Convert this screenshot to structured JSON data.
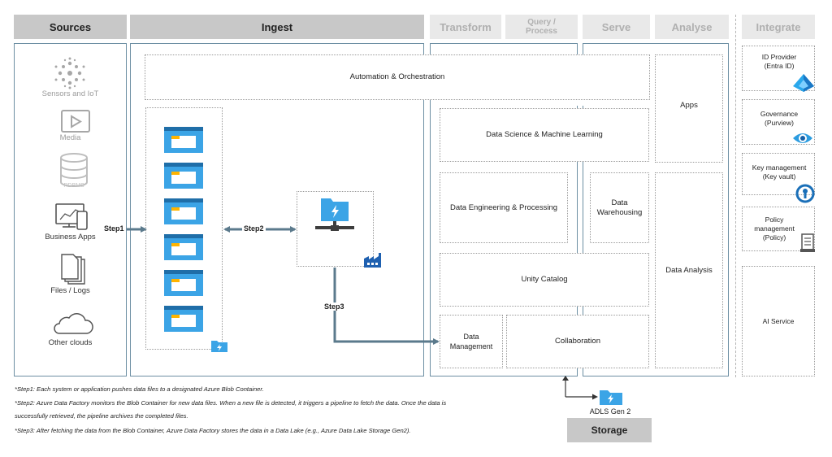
{
  "headers": {
    "sources": "Sources",
    "ingest": "Ingest",
    "transform": "Transform",
    "query_process": "Query / Process",
    "serve": "Serve",
    "analyse": "Analyse",
    "integrate": "Integrate",
    "storage": "Storage"
  },
  "sources": {
    "sensors": "Sensors and IoT",
    "media": "Media",
    "rdbms": "RDBMS",
    "business_apps": "Business Apps",
    "files_logs": "Files / Logs",
    "other_clouds": "Other clouds"
  },
  "boxes": {
    "automation": "Automation & Orchestration",
    "data_science": "Data Science & Machine Learning",
    "data_engineering": "Data Engineering & Processing",
    "data_warehousing": "Data Warehousing",
    "unity_catalog": "Unity Catalog",
    "data_management": "Data Management",
    "collaboration": "Collaboration",
    "apps": "Apps",
    "data_analysis": "Data Analysis"
  },
  "integrate": {
    "id_provider": "ID Provider (Entra ID)",
    "governance": "Governance (Purview)",
    "key_management": "Key management (Key vault)",
    "policy": "Policy management (Policy)",
    "ai_service": "AI Service"
  },
  "steps": {
    "step1": "Step1",
    "step2": "Step2",
    "step3": "Step3"
  },
  "storage": {
    "adls": "ADLS Gen 2"
  },
  "notes": {
    "note1": "*Step1:  Each system or application pushes data files to a designated Azure Blob Container.",
    "note2a": "*Step2: Azure Data Factory monitors the Blob Container for new data files. When a new file is detected, it triggers a pipeline to fetch the data. Once the data is",
    "note2b": "successfully retrieved, the pipeline archives the completed files.",
    "note3": "*Step3: After fetching the data from the Blob Container, Azure Data Factory stores the data in a Data Lake (e.g., Azure Data Lake Storage Gen2)."
  },
  "colors": {
    "panel_border": "#6d8fa3",
    "arrow": "#5b7a8c",
    "azure_blue": "#2f9fe0",
    "header_dark": "#c8c8c8",
    "header_light": "#e9e9e9"
  },
  "icons": [
    "iot-icon",
    "media-icon",
    "database-icon",
    "business-apps-icon",
    "files-icon",
    "cloud-icon",
    "blob-container-icon",
    "data-factory-icon",
    "factory-icon",
    "azure-file-icon",
    "entra-id-icon",
    "purview-icon",
    "key-vault-icon",
    "policy-icon"
  ]
}
